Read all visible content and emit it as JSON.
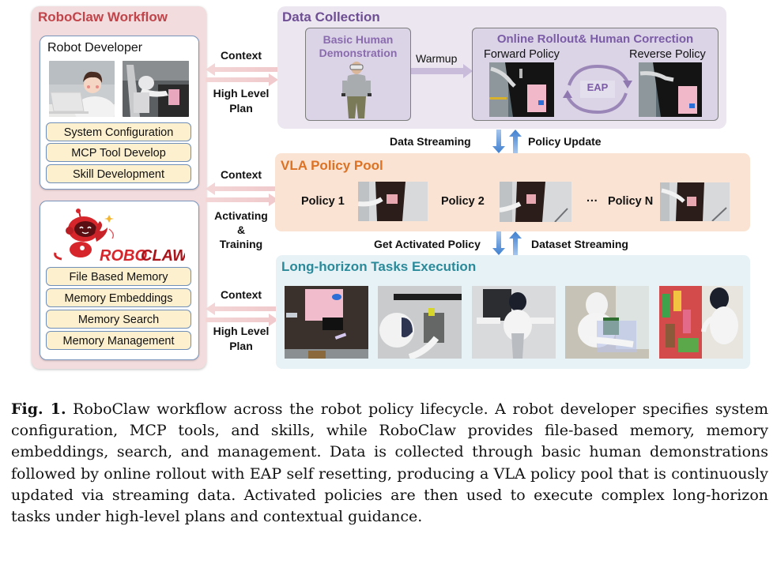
{
  "figure": {
    "left_panel": {
      "title": "RoboClaw Workflow",
      "developer_card": {
        "title": "Robot Developer",
        "images": [
          "developer-avatar-illustration",
          "humanoid-robot-teleop-photo"
        ],
        "items": [
          "System Configuration",
          "MCP Tool Develop",
          "Skill Development"
        ]
      },
      "roboclaw_card": {
        "logo_text_a": "ROBO",
        "logo_text_b": "CLAW",
        "items": [
          "File Based Memory",
          "Memory Embeddings",
          "Memory Search",
          "Memory Management"
        ]
      }
    },
    "connectors": {
      "top": {
        "left_label": "Context",
        "right_label_1": "High Level",
        "right_label_2": "Plan"
      },
      "middle": {
        "left_label": "Context",
        "right_label_1": "Activating",
        "right_label_2": "&",
        "right_label_3": "Training"
      },
      "bottom": {
        "left_label": "Context",
        "right_label_1": "High Level",
        "right_label_2": "Plan"
      }
    },
    "data_collection": {
      "title": "Data Collection",
      "basic_demo": {
        "title_1": "Basic Human",
        "title_2": "Demonstration"
      },
      "warmup_label": "Warmup",
      "online_rollout": {
        "title": "Online Rollout& Human Correction",
        "forward_label": "Forward Policy",
        "reverse_label": "Reverse Policy",
        "cycle_label": "EAP"
      }
    },
    "flow_1": {
      "down_label": "Data Streaming",
      "up_label": "Policy Update"
    },
    "vla_pool": {
      "title": "VLA Policy Pool",
      "policies": [
        "Policy 1",
        "Policy 2",
        "Policy N"
      ],
      "ellipsis": "···"
    },
    "flow_2": {
      "down_label": "Get Activated Policy",
      "up_label": "Dataset Streaming"
    },
    "long_horizon": {
      "title": "Long-horizon Tasks Execution",
      "task_images": [
        "tabletop-organizer-task",
        "humanoid-shelf-task",
        "humanoid-kitchen-task",
        "humanoid-desk-task",
        "humanoid-supermarket-task"
      ]
    },
    "colors": {
      "left_panel_bg": "#f3dcdd",
      "left_title": "#c0444a",
      "data_collection_bg": "#ebe6ef",
      "data_collection_title": "#6f4f94",
      "vla_bg": "#fae3d2",
      "vla_title": "#dd7225",
      "long_horizon_bg": "#e7f2f6",
      "long_horizon_title": "#2b8a9a",
      "pill_bg": "#fdf0cf",
      "flow_arrow": "#4a86d4"
    }
  },
  "caption": {
    "label": "Fig. 1.",
    "text": " RoboClaw workflow across the robot policy lifecycle. A robot developer specifies system configuration, MCP tools, and skills, while RoboClaw provides file-based memory, memory embeddings, search, and management. Data is collected through basic human demonstrations followed by online rollout with EAP self resetting, producing a VLA policy pool that is continuously updated via streaming data. Activated policies are then used to execute complex long-horizon tasks under high-level plans and contextual guidance."
  }
}
